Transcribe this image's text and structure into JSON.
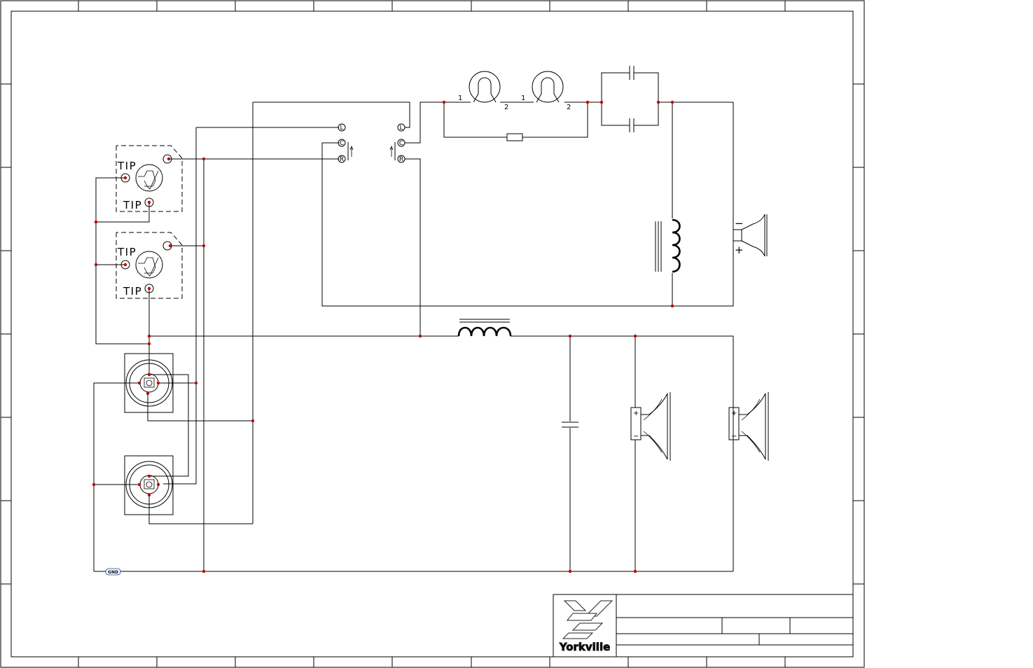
{
  "jack_labels": {
    "tip": "TIP"
  },
  "switch_left": {
    "l": "L",
    "c": "C",
    "r": "R"
  },
  "switch_right": {
    "l": "L",
    "c": "C",
    "r": "R"
  },
  "lamp_pins": {
    "pin1": "1",
    "pin2": "2"
  },
  "horn_polarity": {
    "minus": "−",
    "plus": "+"
  },
  "woofer_polarity": {
    "minus": "−",
    "plus": "+"
  },
  "ground_label": "GND",
  "title_block": {
    "brand": "Yorkville"
  },
  "colors": {
    "wire": "#000000",
    "junction": "#c00000",
    "ground_tag": "#1a3a9c"
  },
  "icons": {
    "horn": "horn-tweeter-icon",
    "woofer": "woofer-driver-icon",
    "lamp": "lamp-protection-icon",
    "logo": "yorkville-logo-icon"
  }
}
